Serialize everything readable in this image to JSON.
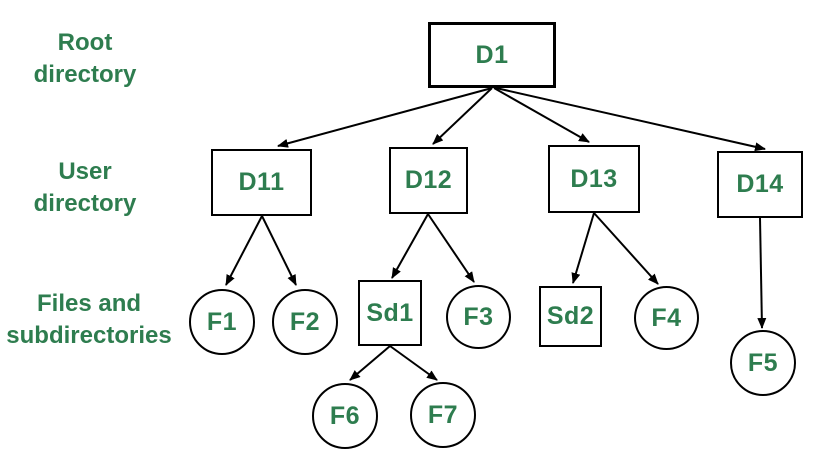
{
  "colors": {
    "text_green": "#2E7D4F",
    "line_black": "#000000",
    "background": "#FFFFFF"
  },
  "rows": {
    "root": {
      "label": "Root directory"
    },
    "user": {
      "label": "User directory"
    },
    "files": {
      "label": "Files and subdirectories"
    }
  },
  "nodes": {
    "d1": {
      "label": "D1",
      "shape": "rect"
    },
    "d11": {
      "label": "D11",
      "shape": "rect"
    },
    "d12": {
      "label": "D12",
      "shape": "rect"
    },
    "d13": {
      "label": "D13",
      "shape": "rect"
    },
    "d14": {
      "label": "D14",
      "shape": "rect"
    },
    "sd1": {
      "label": "Sd1",
      "shape": "rect"
    },
    "sd2": {
      "label": "Sd2",
      "shape": "rect"
    },
    "f1": {
      "label": "F1",
      "shape": "circle"
    },
    "f2": {
      "label": "F2",
      "shape": "circle"
    },
    "f3": {
      "label": "F3",
      "shape": "circle"
    },
    "f4": {
      "label": "F4",
      "shape": "circle"
    },
    "f5": {
      "label": "F5",
      "shape": "circle"
    },
    "f6": {
      "label": "F6",
      "shape": "circle"
    },
    "f7": {
      "label": "F7",
      "shape": "circle"
    }
  },
  "edges": [
    {
      "from": "D1",
      "to": "D11"
    },
    {
      "from": "D1",
      "to": "D12"
    },
    {
      "from": "D1",
      "to": "D13"
    },
    {
      "from": "D1",
      "to": "D14"
    },
    {
      "from": "D11",
      "to": "F1"
    },
    {
      "from": "D11",
      "to": "F2"
    },
    {
      "from": "D12",
      "to": "Sd1"
    },
    {
      "from": "D12",
      "to": "F3"
    },
    {
      "from": "D13",
      "to": "Sd2"
    },
    {
      "from": "D13",
      "to": "F4"
    },
    {
      "from": "D14",
      "to": "F5"
    },
    {
      "from": "Sd1",
      "to": "F6"
    },
    {
      "from": "Sd1",
      "to": "F7"
    }
  ]
}
